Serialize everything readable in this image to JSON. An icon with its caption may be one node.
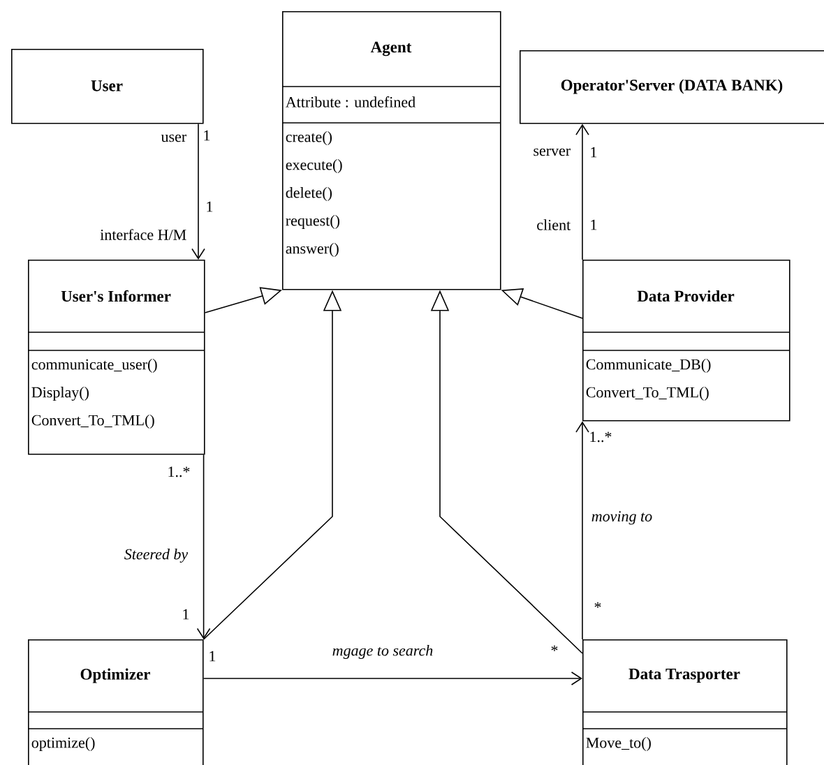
{
  "diagram": {
    "nodes": [
      {
        "text": [
          "User"
        ]
      },
      {
        "text": [
          "Agent",
          "Attribute : undefined",
          "create()",
          "execute()",
          "delete()",
          "request()",
          "answer()"
        ]
      },
      {
        "text": [
          "Operator'Server (DATA BANK)"
        ]
      },
      {
        "text": [
          "User's Informer",
          "communicate_user()",
          "Display()",
          "Convert_To_TML()"
        ]
      },
      {
        "text": [
          "Data Provider",
          "Communicate_DB()",
          "Convert_To_TML()"
        ]
      },
      {
        "text": [
          "Optimizer",
          "optimize()"
        ]
      },
      {
        "text": [
          "Data Trasporter",
          "Move_to()"
        ]
      }
    ],
    "edges": [
      {
        "from": 0,
        "to": 3,
        "arrow": "to"
      },
      {
        "from": 3,
        "to": 1,
        "arrow": "to"
      },
      {
        "from": 4,
        "to": 1,
        "arrow": "to"
      },
      {
        "from": 5,
        "to": 1,
        "arrow": "to"
      },
      {
        "from": 6,
        "to": 1,
        "arrow": "to"
      },
      {
        "from": 3,
        "to": 5,
        "arrow": "to",
        "label": "Steered by"
      },
      {
        "from": 6,
        "to": 4,
        "arrow": "to",
        "label": "moving to"
      },
      {
        "from": 5,
        "to": 6,
        "arrow": "to",
        "label": "mgage to search"
      },
      {
        "from": 4,
        "to": 2,
        "arrow": "to"
      }
    ],
    "labels": [
      "user",
      "1",
      "server",
      "1",
      "1",
      "client",
      "1",
      "interface H/M",
      "1..*",
      "1..*",
      "*",
      "1",
      "1",
      "*"
    ]
  }
}
